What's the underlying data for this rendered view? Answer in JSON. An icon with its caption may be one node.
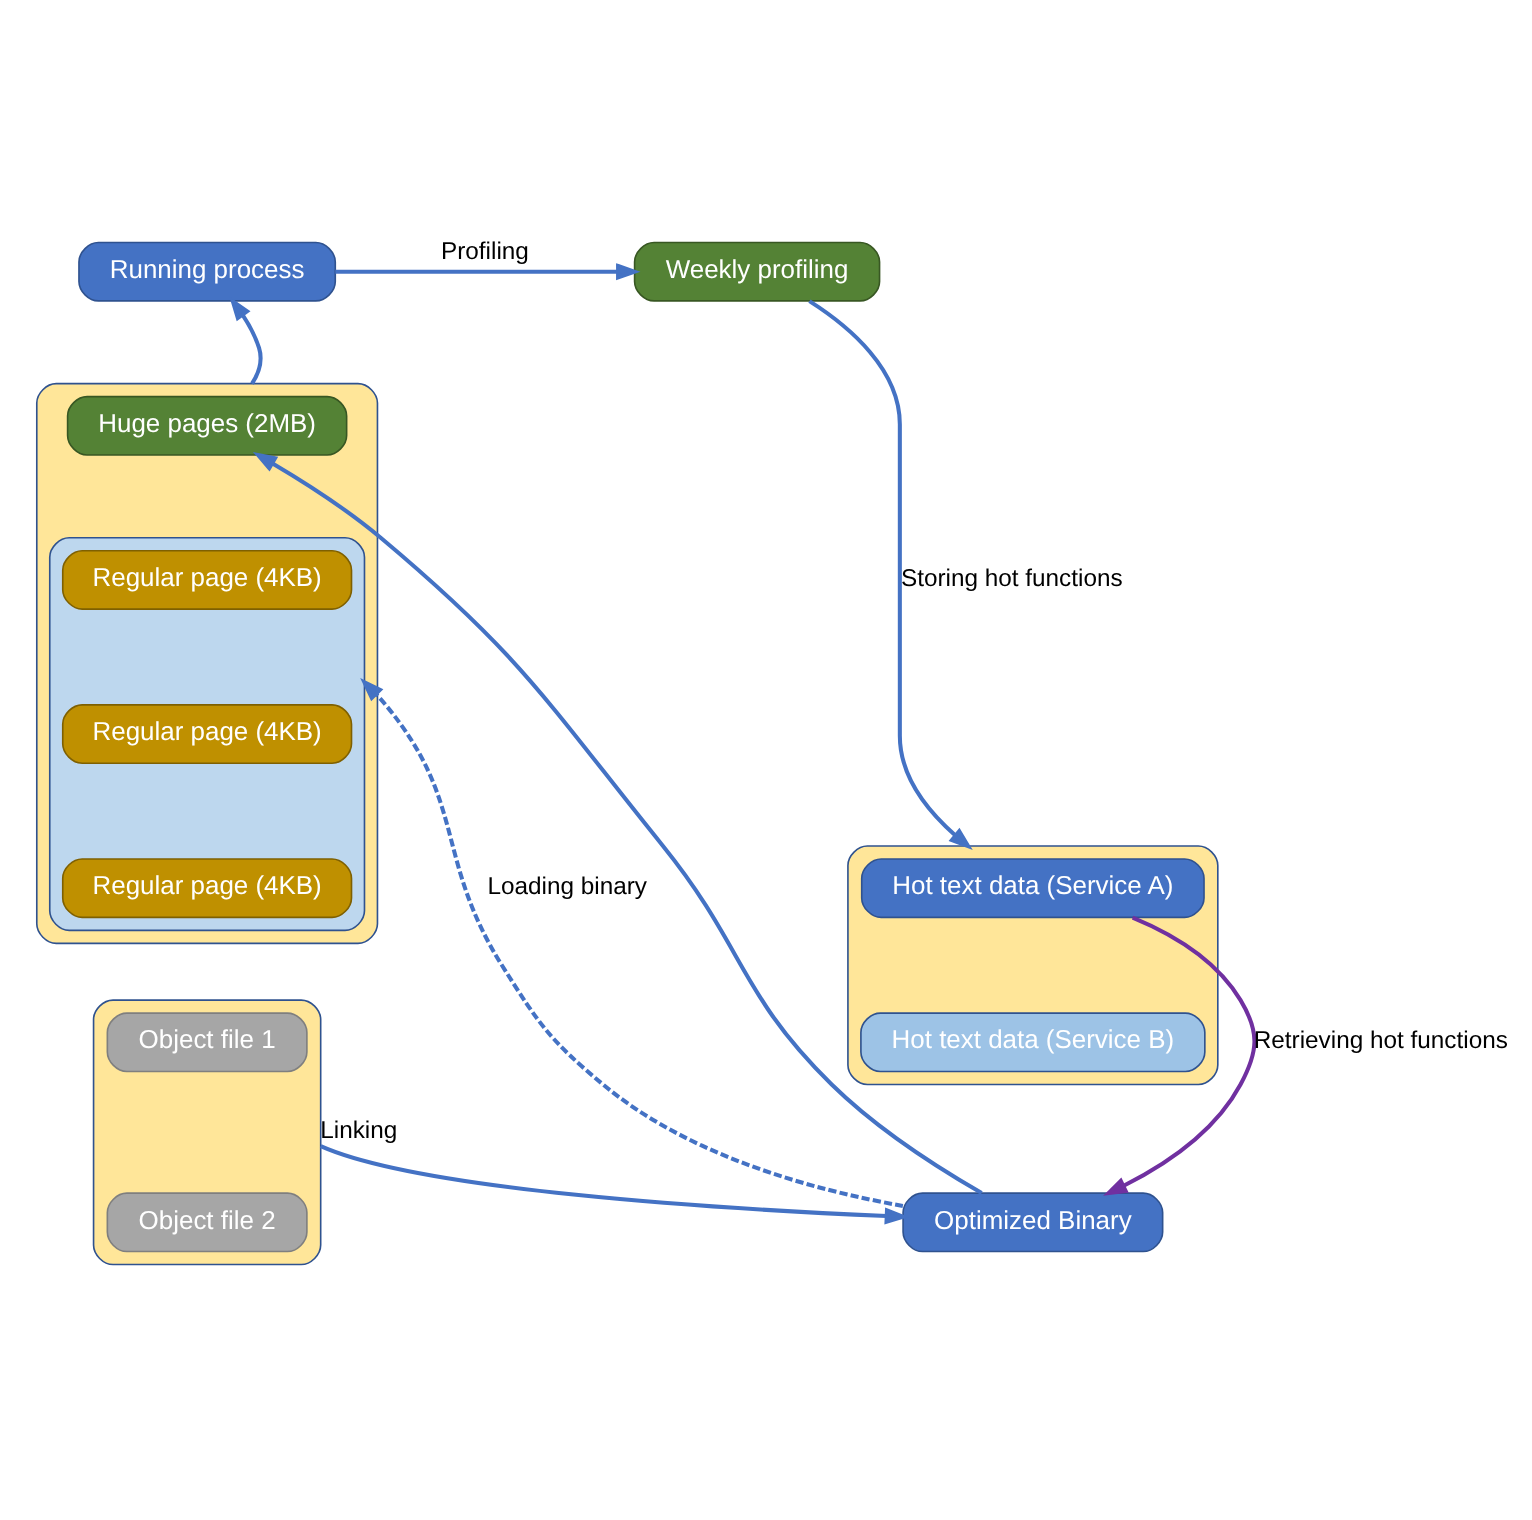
{
  "diagram": {
    "nodes": [
      {
        "text": [
          "Running process"
        ]
      },
      {
        "text": [
          "Weekly profiling"
        ]
      },
      {
        "text": [],
        "shape": "box"
      },
      {
        "text": [
          "Hot text data (Service A)"
        ],
        "in": 2
      },
      {
        "text": [
          "Hot text data (Service B)"
        ],
        "in": 2
      },
      {
        "text": [],
        "shape": "box"
      },
      {
        "text": [
          "Huge pages (2MB)"
        ],
        "in": 5
      },
      {
        "text": [],
        "shape": "box",
        "in": 5
      },
      {
        "text": [
          "Regular page (4KB)"
        ],
        "in": 7
      },
      {
        "text": [
          "Regular page (4KB)"
        ],
        "in": 7
      },
      {
        "text": [
          "Regular page (4KB)"
        ],
        "in": 7
      },
      {
        "text": [],
        "shape": "box"
      },
      {
        "text": [
          "Object file 1"
        ],
        "in": 11
      },
      {
        "text": [
          "Object file 2"
        ],
        "in": 11
      },
      {
        "text": [
          "Optimized Binary"
        ]
      }
    ],
    "edges": [
      {
        "from": 0,
        "to": 1,
        "arrow": "to",
        "label": "Profiling"
      },
      {
        "from": 1,
        "to": 2,
        "arrow": "to",
        "label": "Storing hot functions"
      },
      {
        "from": 3,
        "to": 14,
        "arrow": "to",
        "label": "Retrieving hot functions",
        "color": "#7030a0"
      },
      {
        "from": 14,
        "to": 6,
        "arrow": "to"
      },
      {
        "from": 14,
        "to": 7,
        "arrow": "to",
        "style": "dashed",
        "label": "Loading binary"
      },
      {
        "from": 5,
        "to": 0,
        "arrow": "to"
      },
      {
        "from": 11,
        "to": 14,
        "arrow": "to",
        "label": "Linking"
      }
    ]
  }
}
